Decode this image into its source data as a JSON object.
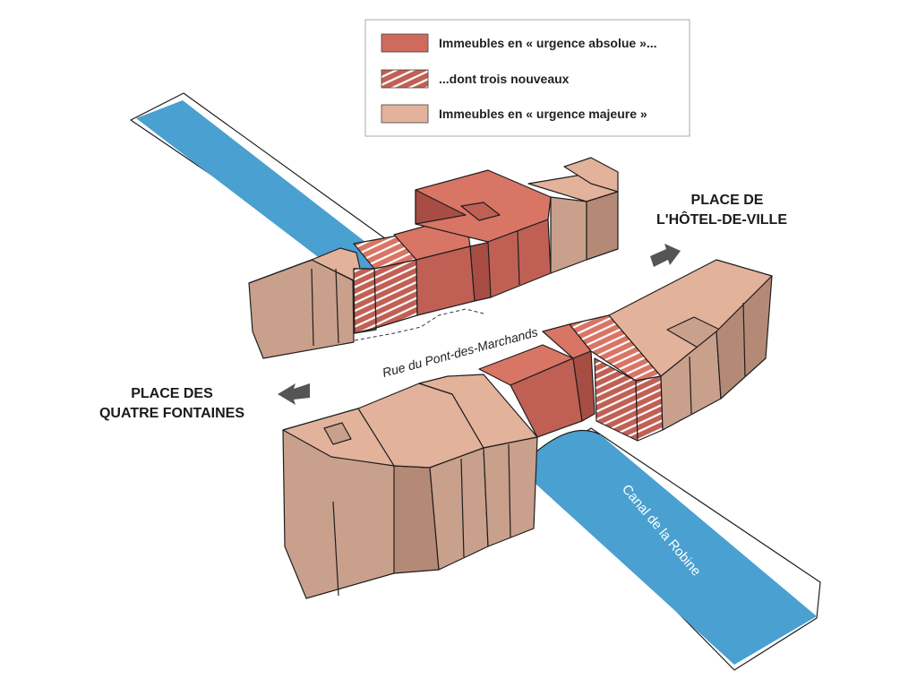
{
  "legend": {
    "items": [
      {
        "label": "Immeubles en « urgence absolue »...",
        "swatch": "solid-red"
      },
      {
        "label": "...dont trois nouveaux",
        "swatch": "hatched-red"
      },
      {
        "label": "Immeubles en « urgence majeure »",
        "swatch": "solid-beige"
      }
    ]
  },
  "labels": {
    "place_hotel_de_ville": [
      "PLACE DE",
      "L'HÔTEL-DE-VILLE"
    ],
    "place_quatre_fontaines": [
      "PLACE DES",
      "QUATRE FONTAINES"
    ],
    "street": "Rue du Pont-des-Marchands",
    "canal": "Canal de la Robine"
  },
  "colors": {
    "absolute_urgency_top": "#d97565",
    "absolute_urgency_front": "#c06055",
    "absolute_urgency_side": "#a84d44",
    "major_urgency_top": "#e3b29b",
    "major_urgency_front": "#c9a08c",
    "major_urgency_side": "#b48a77",
    "hatch_stripe": "#ffffff",
    "water": "#4aa0d0",
    "arrow": "#555555"
  },
  "icons": {
    "arrow_right": "arrow-right-icon",
    "arrow_left": "arrow-left-icon"
  }
}
